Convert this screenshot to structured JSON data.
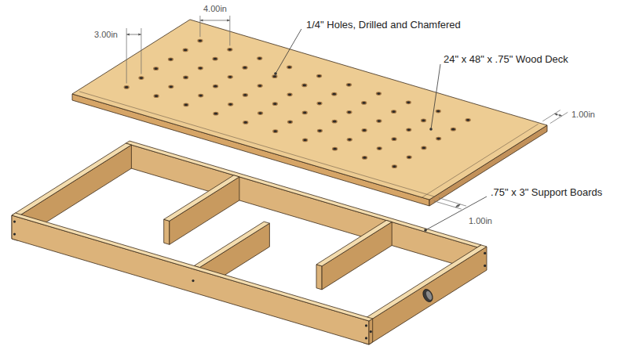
{
  "diagram": {
    "labels": [
      "3.00in",
      "4.00in",
      "1/4\" Holes, Drilled and Chamfered",
      "24\" x 48\" x .75\" Wood Deck",
      "1.00in",
      "1.00in",
      ".75\" x 3\" Support Boards"
    ]
  }
}
